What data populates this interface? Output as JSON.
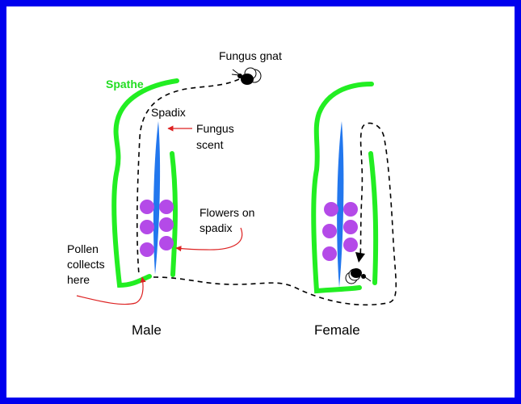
{
  "colors": {
    "border": "#0000ee",
    "spathe": "#22ee22",
    "spadix": "#2277ee",
    "flower": "#b44ae8",
    "arrow": "#dd2222",
    "path": "#000000"
  },
  "labels": {
    "spathe": "Spathe",
    "spadix": "Spadix",
    "fungus_scent_line1": "Fungus",
    "fungus_scent_line2": "scent",
    "flowers_line1": "Flowers on",
    "flowers_line2": "spadix",
    "pollen_line1": "Pollen",
    "pollen_line2": "collects",
    "pollen_line3": "here",
    "fungus_gnat": "Fungus gnat",
    "male": "Male",
    "female": "Female"
  },
  "icons": {
    "gnat_top": "fungus-gnat-icon",
    "gnat_bottom": "fungus-gnat-icon"
  }
}
